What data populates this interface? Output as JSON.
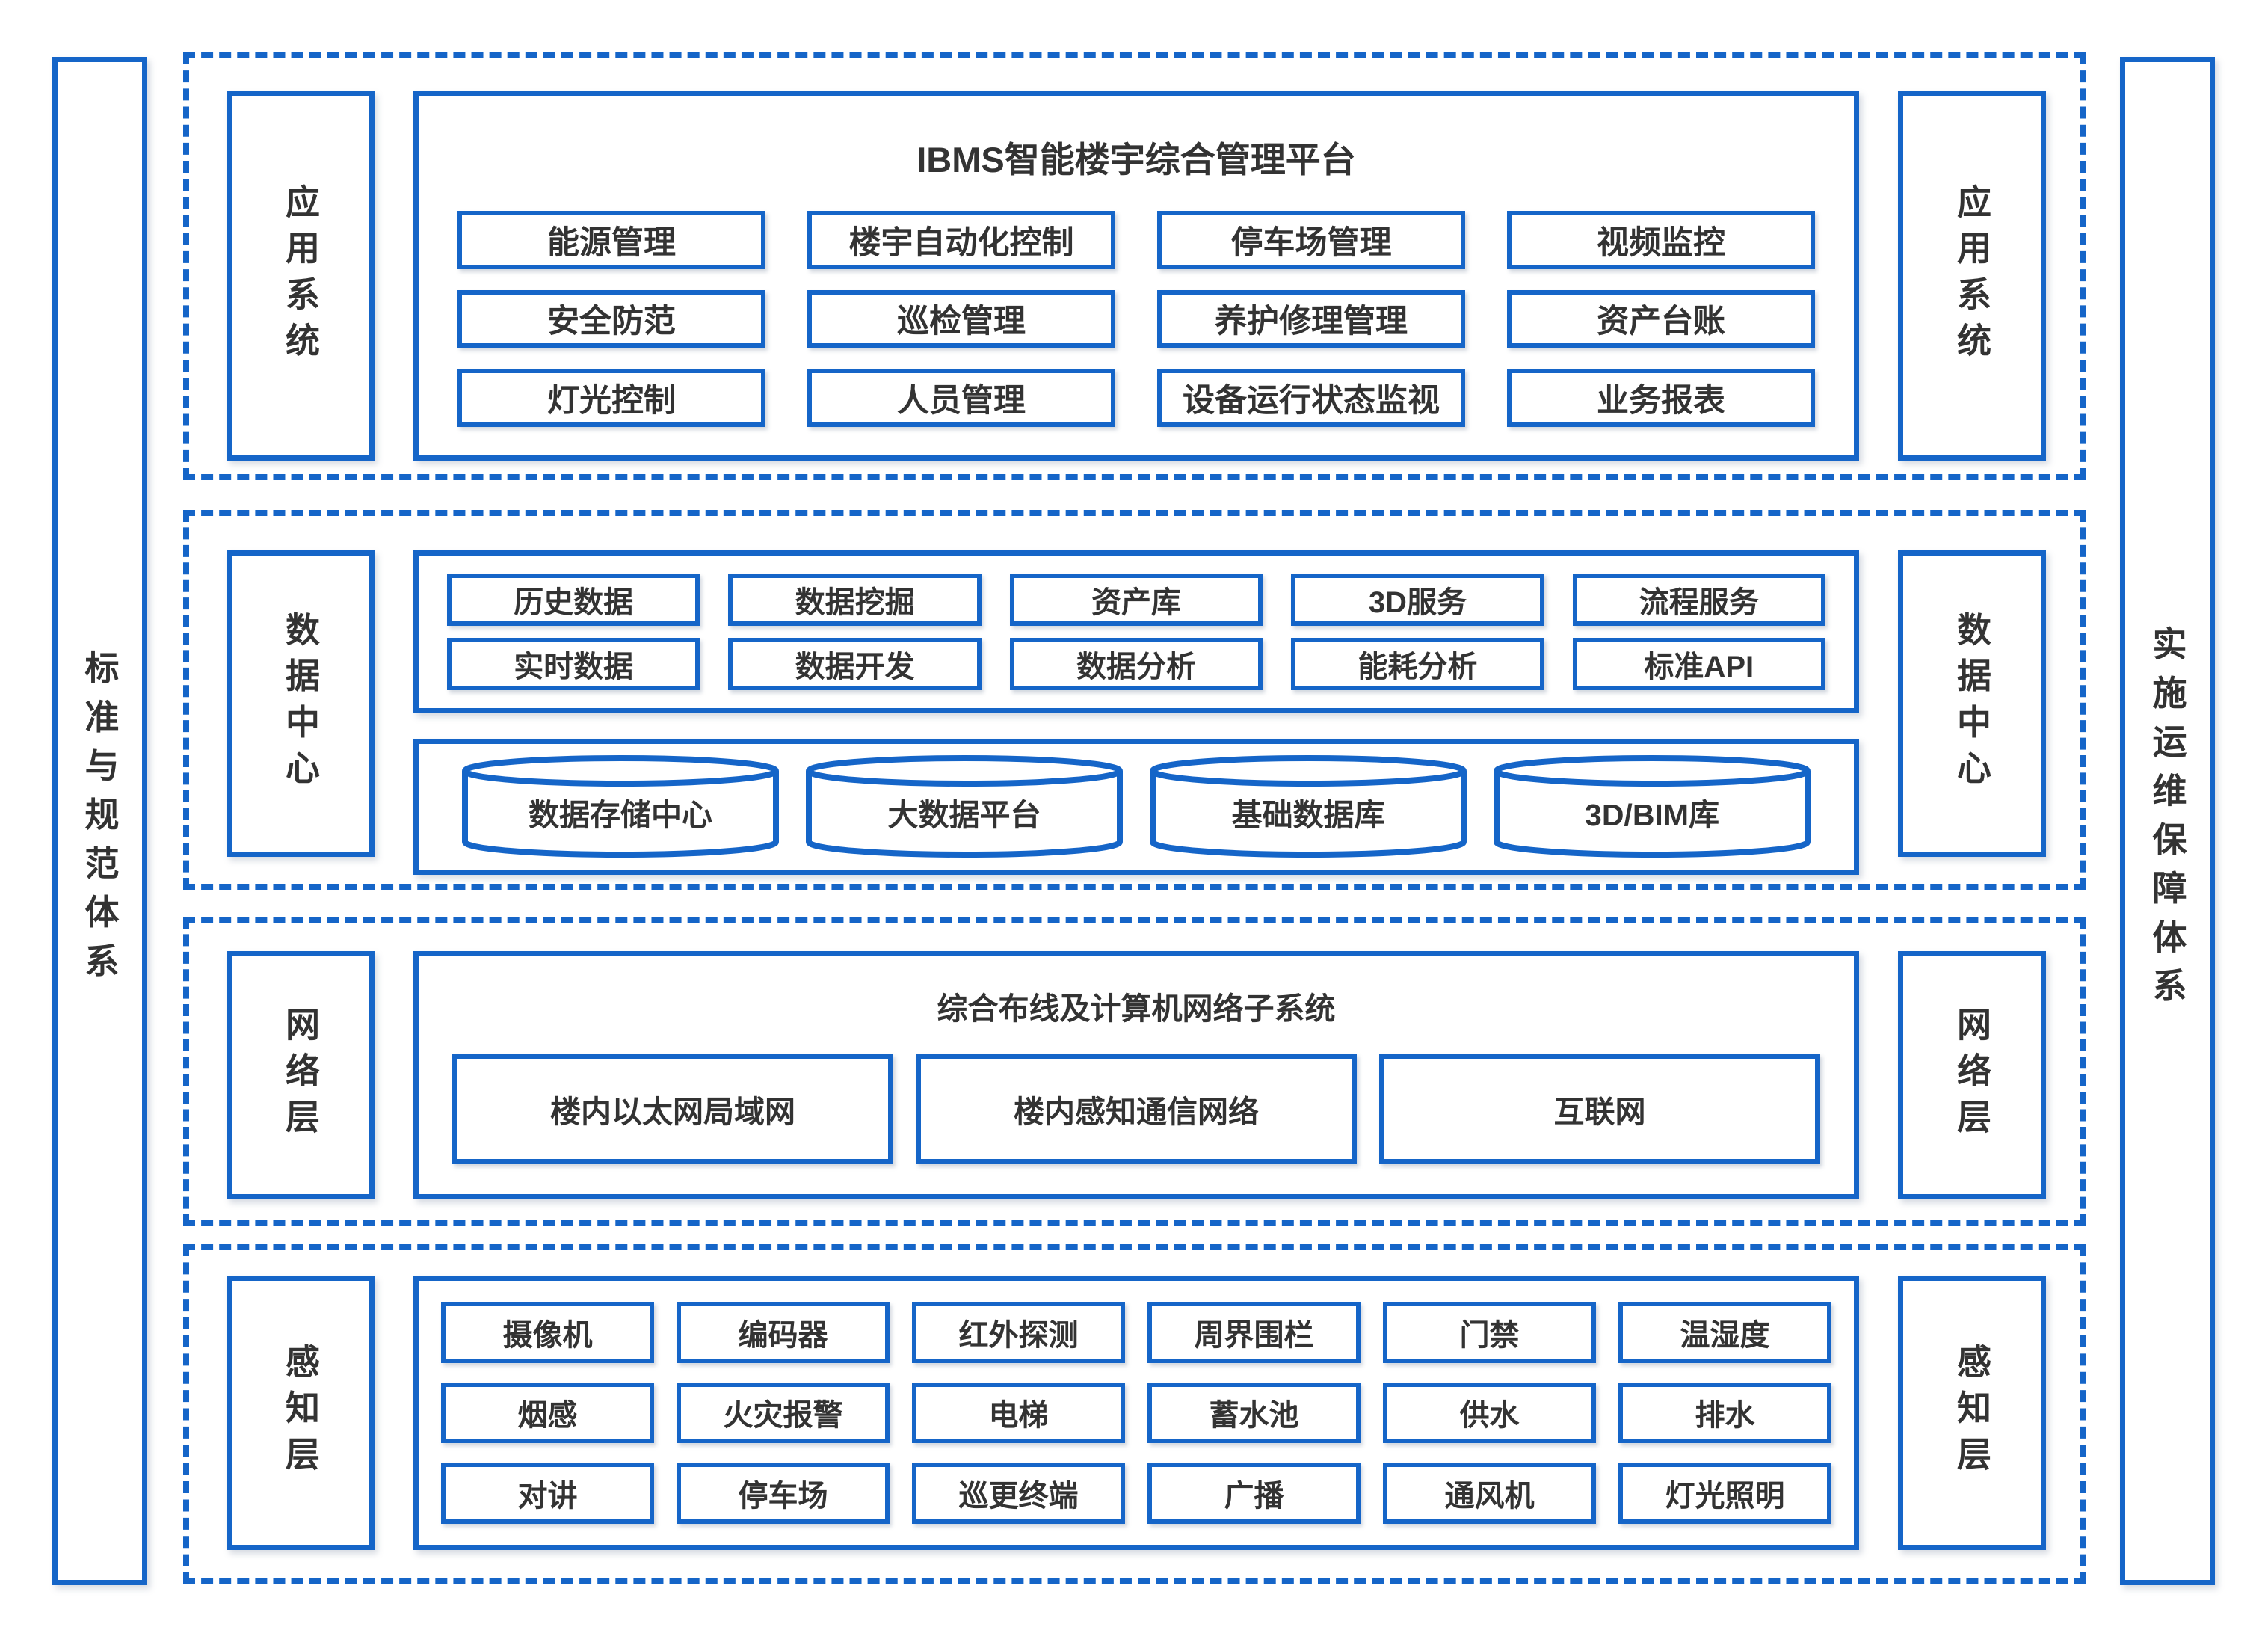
{
  "colors": {
    "accent": "#1565C8",
    "text": "#333333"
  },
  "left_bar": {
    "label": "标准与规范体系"
  },
  "right_bar": {
    "label": "实施运维保障体系"
  },
  "app": {
    "side_label": "应用系统",
    "title": "IBMS智能楼宇综合管理平台",
    "cells": [
      "能源管理",
      "楼宇自动化控制",
      "停车场管理",
      "视频监控",
      "安全防范",
      "巡检管理",
      "养护修理管理",
      "资产台账",
      "灯光控制",
      "人员管理",
      "设备运行状态监视",
      "业务报表"
    ]
  },
  "data": {
    "side_label": "数据中心",
    "cells": [
      "历史数据",
      "数据挖掘",
      "资产库",
      "3D服务",
      "流程服务",
      "实时数据",
      "数据开发",
      "数据分析",
      "能耗分析",
      "标准API"
    ],
    "cylinders": [
      "数据存储中心",
      "大数据平台",
      "基础数据库",
      "3D/BIM库"
    ]
  },
  "network": {
    "side_label": "网络层",
    "title": "综合布线及计算机网络子系统",
    "cells": [
      "楼内以太网局域网",
      "楼内感知通信网络",
      "互联网"
    ]
  },
  "perception": {
    "side_label": "感知层",
    "cells": [
      "摄像机",
      "编码器",
      "红外探测",
      "周界围栏",
      "门禁",
      "温湿度",
      "烟感",
      "火灾报警",
      "电梯",
      "蓄水池",
      "供水",
      "排水",
      "对讲",
      "停车场",
      "巡更终端",
      "广播",
      "通风机",
      "灯光照明"
    ]
  }
}
